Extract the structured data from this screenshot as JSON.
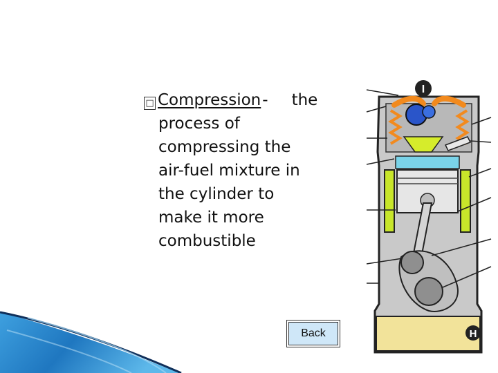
{
  "content": {
    "bullet_symbol": "□",
    "term": "Compression",
    "dash": "-",
    "first_line_rest": "the",
    "lines": [
      "process of",
      "compressing the",
      "air-fuel mixture in",
      "the cylinder to",
      "make it more",
      "combustible"
    ]
  },
  "navigation": {
    "back_label": "Back"
  },
  "diagram": {
    "top_marker": "I",
    "bottom_marker": "H",
    "colors": {
      "valve_springs": "#f28a1e",
      "fuel_mixture": "#d6ec2b",
      "cylinder_walls": "#c8e62a",
      "compressed_charge": "#7ad3e8",
      "oil_sump": "#f2e39a",
      "engine_block": "#c9c9c9",
      "intake_valve": "#2a55c9"
    }
  },
  "decor": {
    "accent_color": "#2a8fd3"
  }
}
